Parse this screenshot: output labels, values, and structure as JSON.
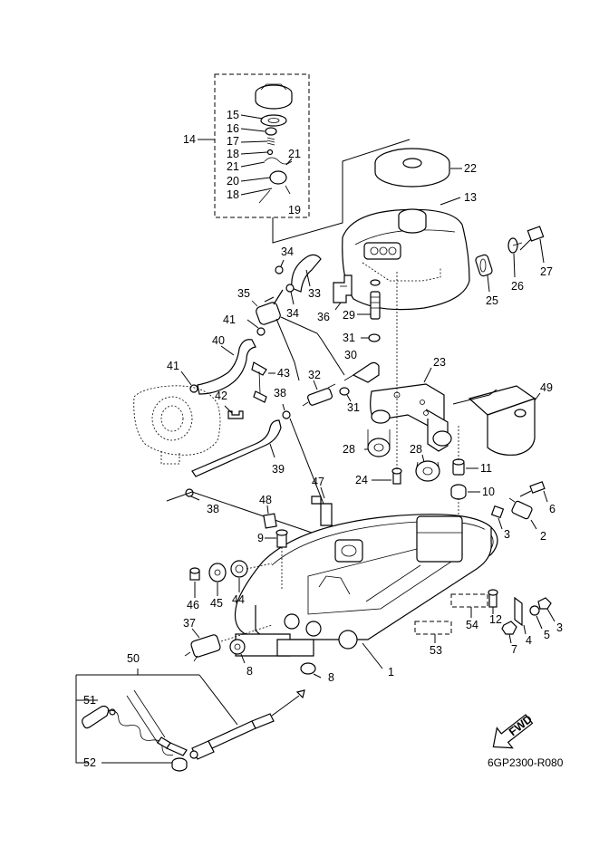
{
  "diagram": {
    "drawing_code": "6GP2300-R080",
    "fwd_label": "FWD",
    "callouts": [
      {
        "id": "c1",
        "label": "1"
      },
      {
        "id": "c2",
        "label": "2"
      },
      {
        "id": "c3a",
        "label": "3"
      },
      {
        "id": "c3b",
        "label": "3"
      },
      {
        "id": "c4",
        "label": "4"
      },
      {
        "id": "c5",
        "label": "5"
      },
      {
        "id": "c6",
        "label": "6"
      },
      {
        "id": "c7",
        "label": "7"
      },
      {
        "id": "c8a",
        "label": "8"
      },
      {
        "id": "c8b",
        "label": "8"
      },
      {
        "id": "c9",
        "label": "9"
      },
      {
        "id": "c10",
        "label": "10"
      },
      {
        "id": "c11",
        "label": "11"
      },
      {
        "id": "c12",
        "label": "12"
      },
      {
        "id": "c13",
        "label": "13"
      },
      {
        "id": "c14",
        "label": "14"
      },
      {
        "id": "c15",
        "label": "15"
      },
      {
        "id": "c16",
        "label": "16"
      },
      {
        "id": "c17",
        "label": "17"
      },
      {
        "id": "c18a",
        "label": "18"
      },
      {
        "id": "c18b",
        "label": "18"
      },
      {
        "id": "c19",
        "label": "19"
      },
      {
        "id": "c20",
        "label": "20"
      },
      {
        "id": "c21a",
        "label": "21"
      },
      {
        "id": "c21b",
        "label": "21"
      },
      {
        "id": "c22",
        "label": "22"
      },
      {
        "id": "c23",
        "label": "23"
      },
      {
        "id": "c24",
        "label": "24"
      },
      {
        "id": "c25",
        "label": "25"
      },
      {
        "id": "c26",
        "label": "26"
      },
      {
        "id": "c27",
        "label": "27"
      },
      {
        "id": "c28a",
        "label": "28"
      },
      {
        "id": "c28b",
        "label": "28"
      },
      {
        "id": "c29",
        "label": "29"
      },
      {
        "id": "c30",
        "label": "30"
      },
      {
        "id": "c31a",
        "label": "31"
      },
      {
        "id": "c31b",
        "label": "31"
      },
      {
        "id": "c32",
        "label": "32"
      },
      {
        "id": "c33",
        "label": "33"
      },
      {
        "id": "c34a",
        "label": "34"
      },
      {
        "id": "c34b",
        "label": "34"
      },
      {
        "id": "c35",
        "label": "35"
      },
      {
        "id": "c36",
        "label": "36"
      },
      {
        "id": "c37",
        "label": "37"
      },
      {
        "id": "c38a",
        "label": "38"
      },
      {
        "id": "c38b",
        "label": "38"
      },
      {
        "id": "c39",
        "label": "39"
      },
      {
        "id": "c40",
        "label": "40"
      },
      {
        "id": "c41a",
        "label": "41"
      },
      {
        "id": "c41b",
        "label": "41"
      },
      {
        "id": "c42",
        "label": "42"
      },
      {
        "id": "c43",
        "label": "43"
      },
      {
        "id": "c44",
        "label": "44"
      },
      {
        "id": "c45",
        "label": "45"
      },
      {
        "id": "c46",
        "label": "46"
      },
      {
        "id": "c47",
        "label": "47"
      },
      {
        "id": "c48",
        "label": "48"
      },
      {
        "id": "c49",
        "label": "49"
      },
      {
        "id": "c50",
        "label": "50"
      },
      {
        "id": "c51",
        "label": "51"
      },
      {
        "id": "c52",
        "label": "52"
      },
      {
        "id": "c53",
        "label": "53"
      },
      {
        "id": "c54",
        "label": "54"
      }
    ]
  }
}
